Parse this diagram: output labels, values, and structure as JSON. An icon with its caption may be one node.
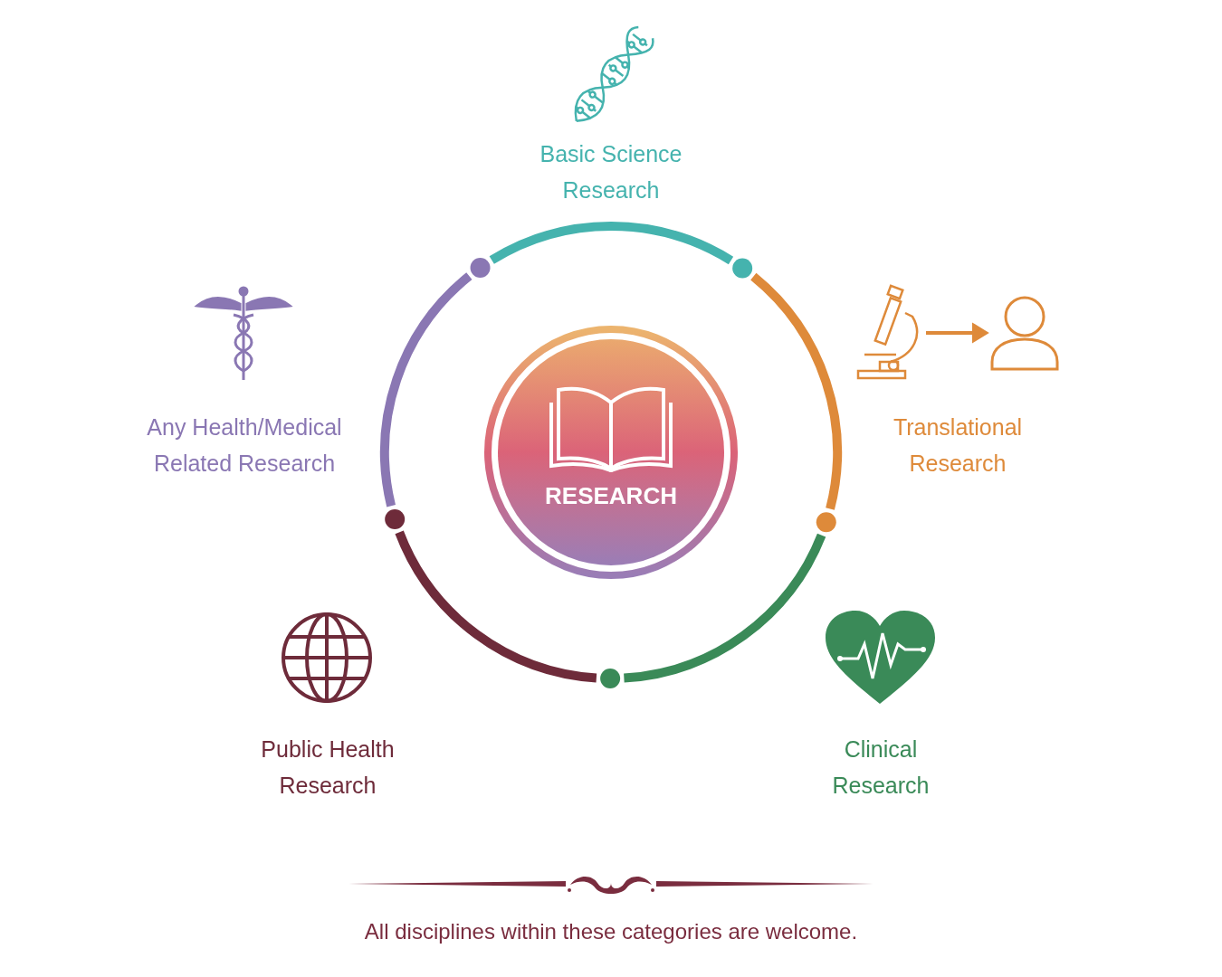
{
  "diagram": {
    "caption": "All disciplines within these categories are welcome.",
    "nodes": [
      {
        "text": [
          "RESEARCH"
        ]
      },
      {
        "text": [
          "Basic Science Research"
        ]
      },
      {
        "text": [
          "Translational Research"
        ]
      },
      {
        "text": [
          "Clinical Research"
        ]
      },
      {
        "text": [
          "Public Health Research"
        ]
      },
      {
        "text": [
          "Any Health/Medical Related Research"
        ]
      }
    ]
  }
}
